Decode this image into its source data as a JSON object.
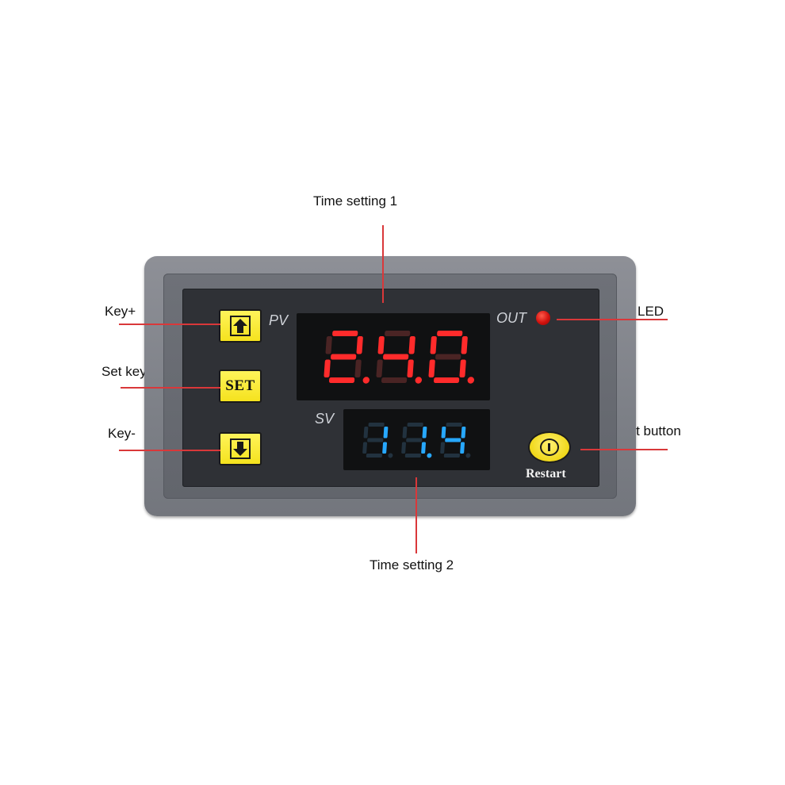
{
  "callouts": {
    "time_setting_1": "Time setting 1",
    "time_setting_2": "Time setting 2",
    "key_plus": "Key+",
    "set_key": "Set key",
    "key_minus": "Key-",
    "led": "LED",
    "restart_button": "Restart button"
  },
  "panel": {
    "pv_label": "PV",
    "sv_label": "SV",
    "out_label": "OUT",
    "set_key_label": "SET",
    "restart_label": "Restart"
  },
  "displays": {
    "pv": {
      "digits": [
        "2",
        "4",
        "0"
      ],
      "decimals": [
        true,
        true,
        true
      ],
      "color": "#ff2b2b",
      "dim_color": "#4a2424"
    },
    "sv": {
      "digits": [
        "1",
        "1",
        "4"
      ],
      "decimals": [
        false,
        true,
        false
      ],
      "color": "#27a8ff",
      "dim_color": "#22323f"
    }
  },
  "colors": {
    "callout_line": "#d9383a",
    "key_yellow": "#f5e21e",
    "led_red": "#d2120e"
  },
  "icons": [
    "arrow-up-icon",
    "arrow-down-icon",
    "power-icon"
  ]
}
